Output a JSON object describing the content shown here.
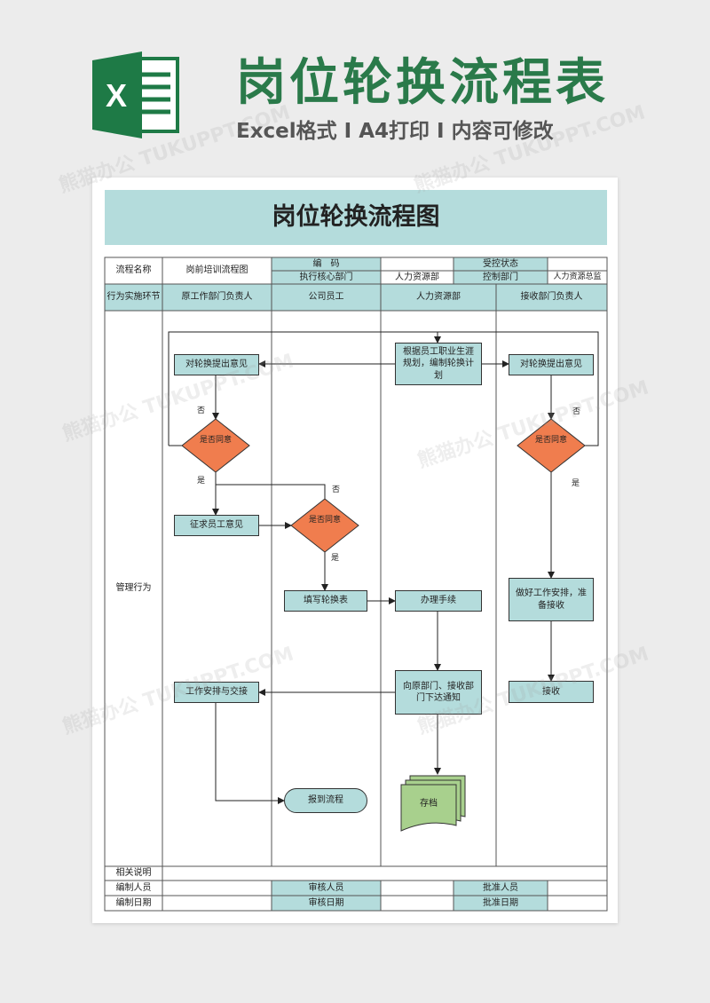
{
  "banner": {
    "title": "岗位轮换流程表",
    "subtitle": "Excel格式 I A4打印 I 内容可修改",
    "logo_letter": "X"
  },
  "sheet": {
    "title": "岗位轮换流程图",
    "header": {
      "process_name_label": "流程名称",
      "process_name_value": "岗前培训流程图",
      "code_label": "编　码",
      "controlled_label": "受控状态",
      "exec_dept_label": "执行核心部门",
      "exec_dept_value": "人力资源部",
      "control_dept_label": "控制部门",
      "control_dept_value": "人力资源总监"
    },
    "lanes": {
      "label": "行为实施环节",
      "columns": [
        "原工作部门负责人",
        "公司员工",
        "人力资源部",
        "接收部门负责人"
      ]
    },
    "row_label": "管理行为",
    "nodes": {
      "hr_plan": "根据员工职业生涯规划，编制轮换计划",
      "orig_opinion": "对轮换提出意见",
      "recv_opinion": "对轮换提出意见",
      "orig_decision": "是否同意",
      "recv_decision": "是否同意",
      "solicit": "征求员工意见",
      "emp_decision": "是否同意",
      "fill_form": "填写轮换表",
      "procedures": "办理手续",
      "recv_arrange": "做好工作安排，准备接收",
      "notify": "向原部门、接收部门下达通知",
      "receive": "接收",
      "handover": "工作安排与交接",
      "report": "报到流程",
      "archive": "存档"
    },
    "edge_labels": {
      "no": "否",
      "yes": "是"
    },
    "footer": {
      "notes_label": "相关说明",
      "editor_label": "编制人员",
      "reviewer_label": "审核人员",
      "approver_label": "批准人员",
      "edit_date_label": "编制日期",
      "review_date_label": "审核日期",
      "approve_date_label": "批准日期"
    }
  },
  "watermark": "熊猫办公 TUKUPPT.COM",
  "colors": {
    "teal": "#b4dcdc",
    "decision": "#f07d4e",
    "archive": "#a8d08d",
    "brand_green": "#2a7a4a",
    "excel_green": "#1e7a46"
  }
}
